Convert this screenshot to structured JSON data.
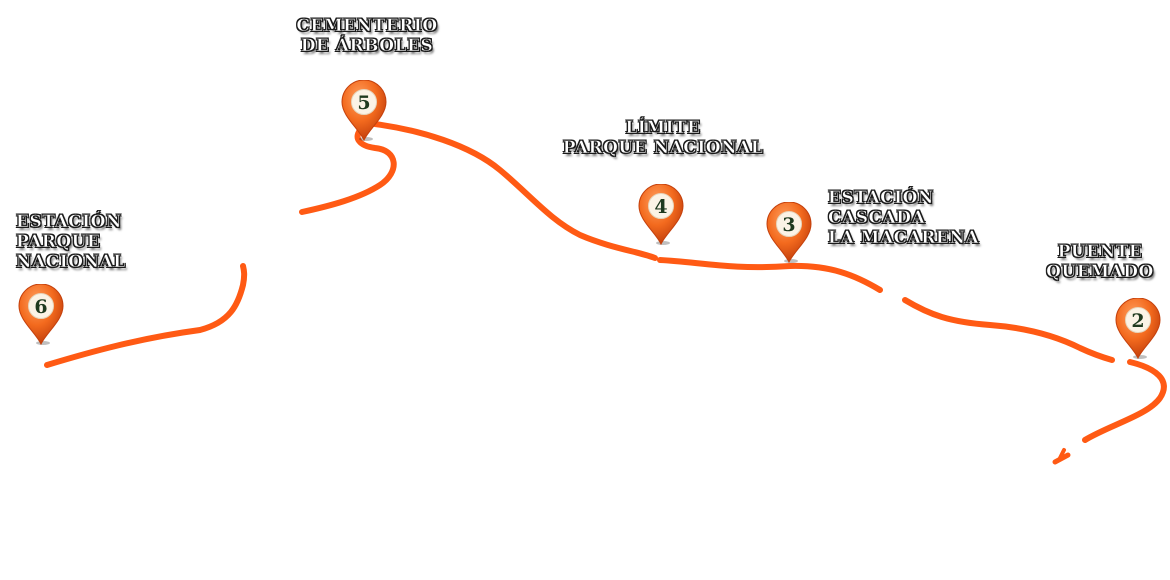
{
  "colors": {
    "route": "#ff5a14",
    "pin": "#f36a1e",
    "pin_dark": "#c4400c",
    "number": "#1f3a1f"
  },
  "stations": [
    {
      "id": "6",
      "number": "6",
      "lines": [
        "ESTACIÓN",
        "PARQUE",
        "NACIONAL"
      ]
    },
    {
      "id": "5",
      "number": "5",
      "lines": [
        "CEMENTERIO",
        "DE ÁRBOLES"
      ]
    },
    {
      "id": "4",
      "number": "4",
      "lines": [
        "LÍMITE",
        "PARQUE NACIONAL"
      ]
    },
    {
      "id": "3",
      "number": "3",
      "lines": [
        "ESTACIÓN",
        "CASCADA",
        "LA MACARENA"
      ]
    },
    {
      "id": "2",
      "number": "2",
      "lines": [
        "PUENTE",
        "QUEMADO"
      ]
    }
  ]
}
